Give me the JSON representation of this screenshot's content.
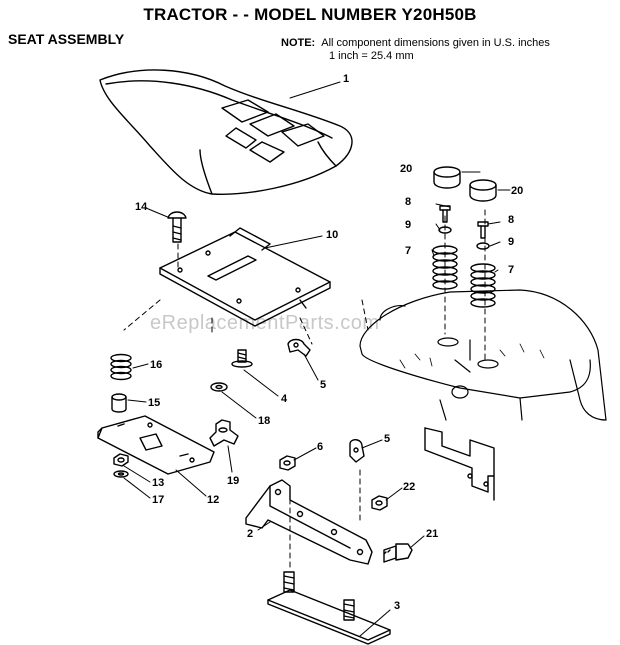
{
  "header": {
    "title": "TRACTOR - - MODEL NUMBER Y20H50B",
    "section": "SEAT ASSEMBLY"
  },
  "note": {
    "label": "NOTE:",
    "line1": "All component dimensions given in U.S. inches",
    "line2": "1 inch = 25.4 mm"
  },
  "watermark": "eReplacementParts.com",
  "callouts": {
    "c1": "1",
    "c20a": "20",
    "c20b": "20",
    "c8a": "8",
    "c8b": "8",
    "c9a": "9",
    "c9b": "9",
    "c7a": "7",
    "c7b": "7",
    "c14": "14",
    "c10": "10",
    "c16": "16",
    "c15": "15",
    "c4": "4",
    "c18": "18",
    "c5a": "5",
    "c5b": "5",
    "c6": "6",
    "c19": "19",
    "c13": "13",
    "c17": "17",
    "c12": "12",
    "c2": "2",
    "c22": "22",
    "c21": "21",
    "c3": "3"
  }
}
